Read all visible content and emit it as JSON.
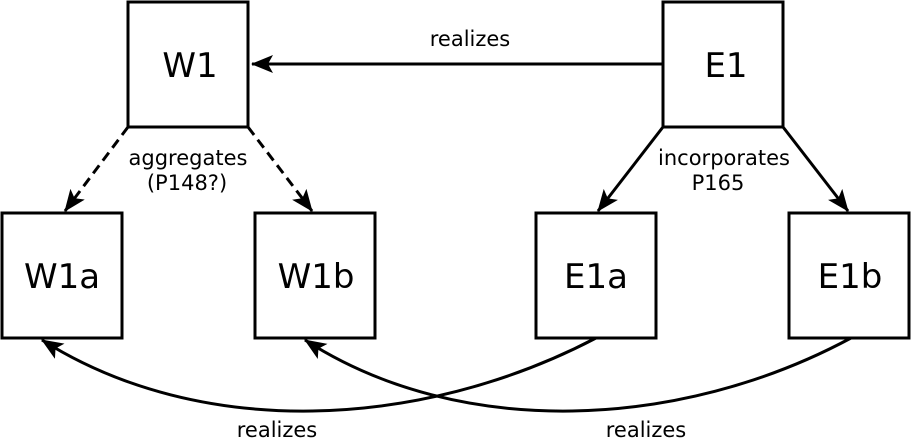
{
  "nodes": {
    "w1": "W1",
    "e1": "E1",
    "w1a": "W1a",
    "w1b": "W1b",
    "e1a": "E1a",
    "e1b": "E1b"
  },
  "edges": {
    "e1_w1": "realizes",
    "w1_aggregates_line1": "aggregates",
    "w1_aggregates_line2": "(P148?)",
    "e1_incorporates_line1": "incorporates",
    "e1_incorporates_line2": "P165",
    "e1a_w1a": "realizes",
    "e1b_w1b": "realizes"
  },
  "colors": {
    "stroke": "#000000",
    "background": "#ffffff"
  }
}
